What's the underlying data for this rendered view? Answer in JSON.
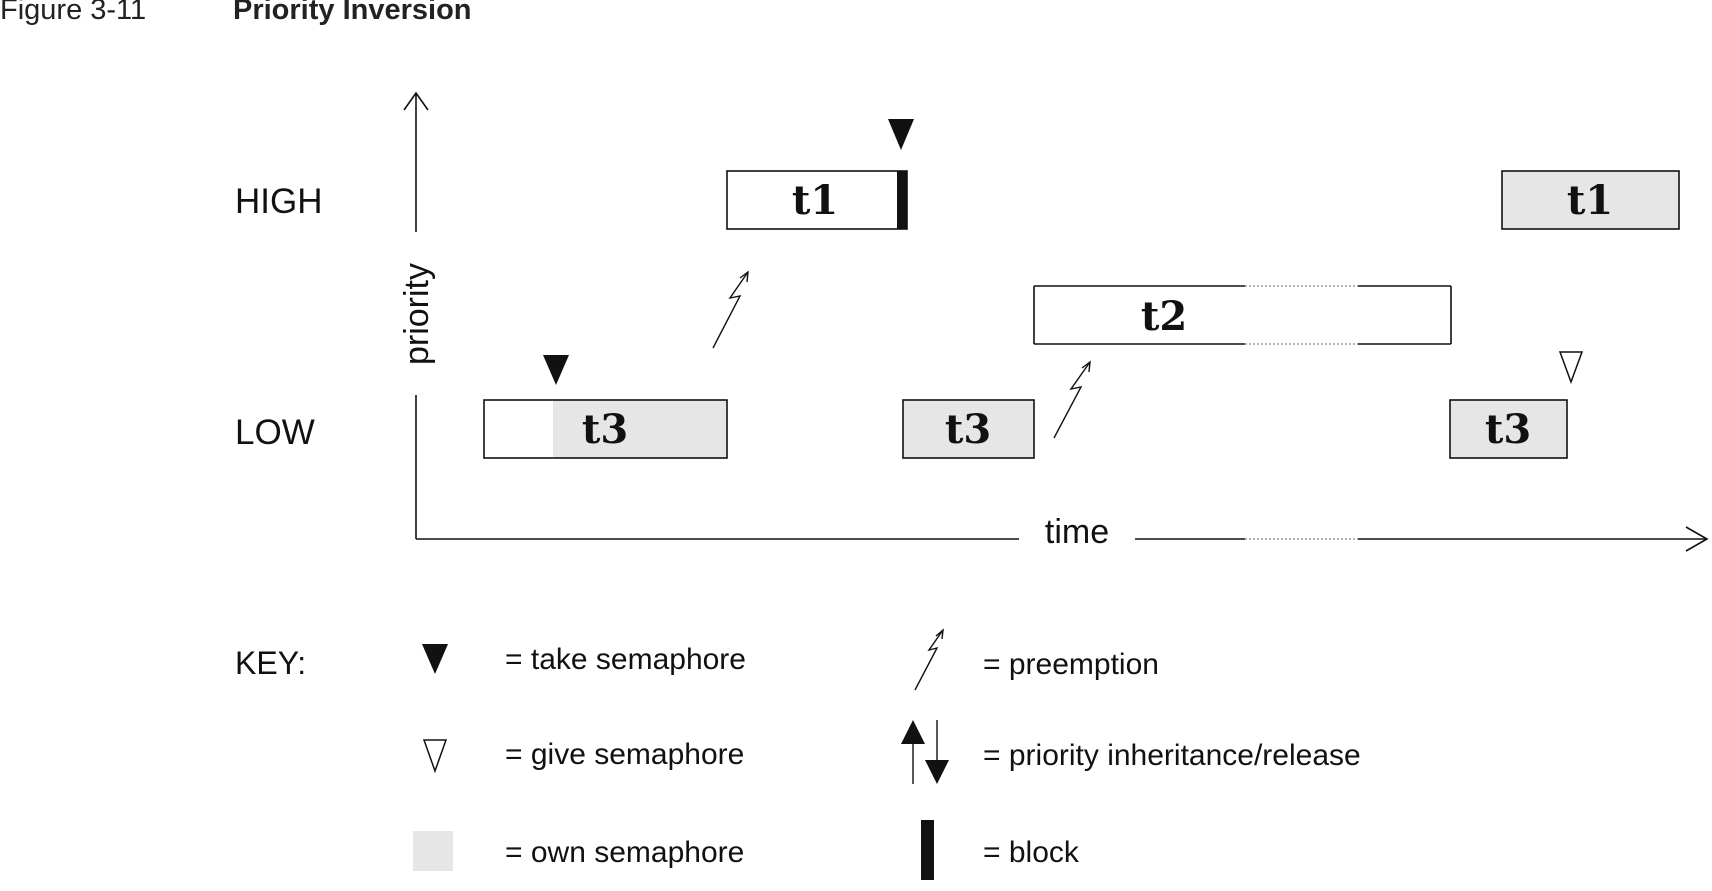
{
  "figure": {
    "number": "Figure 3-11",
    "title": "Priority Inversion"
  },
  "axes": {
    "y_label": "priority",
    "x_label": "time",
    "levels": {
      "high": "HIGH",
      "low": "LOW"
    }
  },
  "tasks": {
    "t3_first": "t3",
    "t1_first": "t1",
    "t3_second": "t3",
    "t2": "t2",
    "t3_third": "t3",
    "t1_second": "t1"
  },
  "key": {
    "label": "KEY:",
    "take_semaphore": "= take semaphore",
    "give_semaphore": "= give semaphore",
    "own_semaphore": "= own semaphore",
    "preemption": "= preemption",
    "priority_inheritance": "= priority inheritance/release",
    "block": "= block"
  },
  "colors": {
    "own_semaphore_fill": "#e6e6e6",
    "line": "#111111"
  },
  "icons": [
    "take-semaphore-icon",
    "give-semaphore-icon",
    "preemption-icon",
    "priority-inheritance-icon",
    "block-icon"
  ]
}
